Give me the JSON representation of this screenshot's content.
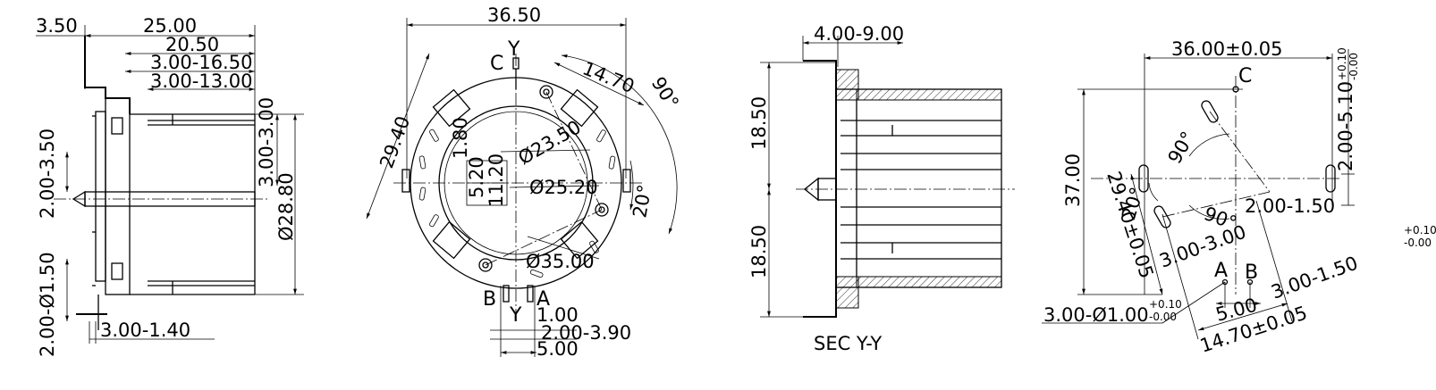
{
  "side_view": {
    "dims": [
      "3.50",
      "25.00",
      "20.50",
      "3.00-16.50",
      "3.00-13.00",
      "3.00-3.00",
      "2.00-3.50",
      "Ø28.80",
      "2.00-Ø1.50",
      "3.00-1.40"
    ]
  },
  "front_view": {
    "dims": [
      "36.50",
      "14.70",
      "90°",
      "29.40",
      "1.80",
      "5.20",
      "11.20",
      "Ø23.50",
      "Ø25.20",
      "20°",
      "Ø35.00",
      "1.00",
      "2.00-3.90",
      "5.00"
    ],
    "labels": {
      "c": "C",
      "y_top": "Y",
      "y_bottom": "Y",
      "b": "B",
      "a": "A"
    }
  },
  "section_view": {
    "dims": [
      "4.00-9.00",
      "18.50",
      "18.50"
    ],
    "caption": "SEC  Y-Y"
  },
  "pin_layout_view": {
    "dims": [
      "36.00±0.05",
      "37.00",
      "29.40±0.05",
      "2.00-5.10",
      "2.00-1.50",
      "3.00-3.00",
      "3.00-1.50",
      "3.00-Ø1.00",
      "5.00",
      "14.70±0.05",
      "90°",
      "90°",
      "20°"
    ],
    "tolerances": {
      "upper": "+0.10",
      "lower": "-0.00"
    },
    "labels": {
      "c": "C",
      "a": "A",
      "b": "B"
    }
  }
}
